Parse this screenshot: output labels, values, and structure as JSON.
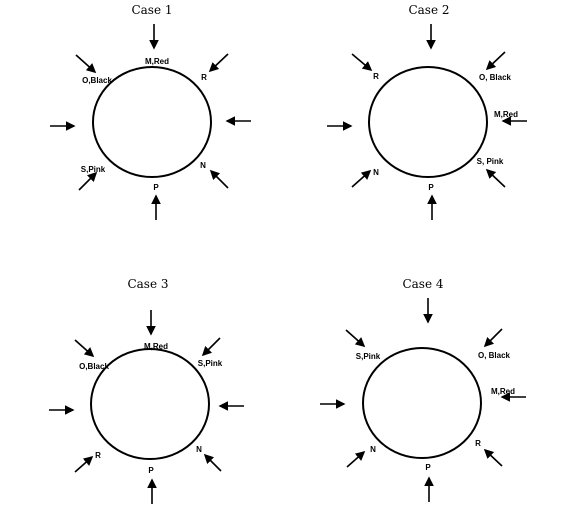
{
  "cases": [
    {
      "title": "Case 1",
      "labels": [
        "M,Red",
        "R",
        "N",
        "P",
        "S,Pink",
        "O,Black"
      ]
    },
    {
      "title": "Case 2",
      "labels": [
        "O, Black",
        "M,Red",
        "S, Pink",
        "P",
        "N",
        "R"
      ]
    },
    {
      "title": "Case 3",
      "labels": [
        "M,Red",
        "S,Pink",
        "N",
        "P",
        "R",
        "O,Black"
      ]
    },
    {
      "title": "Case 4",
      "labels": [
        "O, Black",
        "M,Red",
        "R",
        "P",
        "N",
        "S,Pink"
      ]
    }
  ]
}
